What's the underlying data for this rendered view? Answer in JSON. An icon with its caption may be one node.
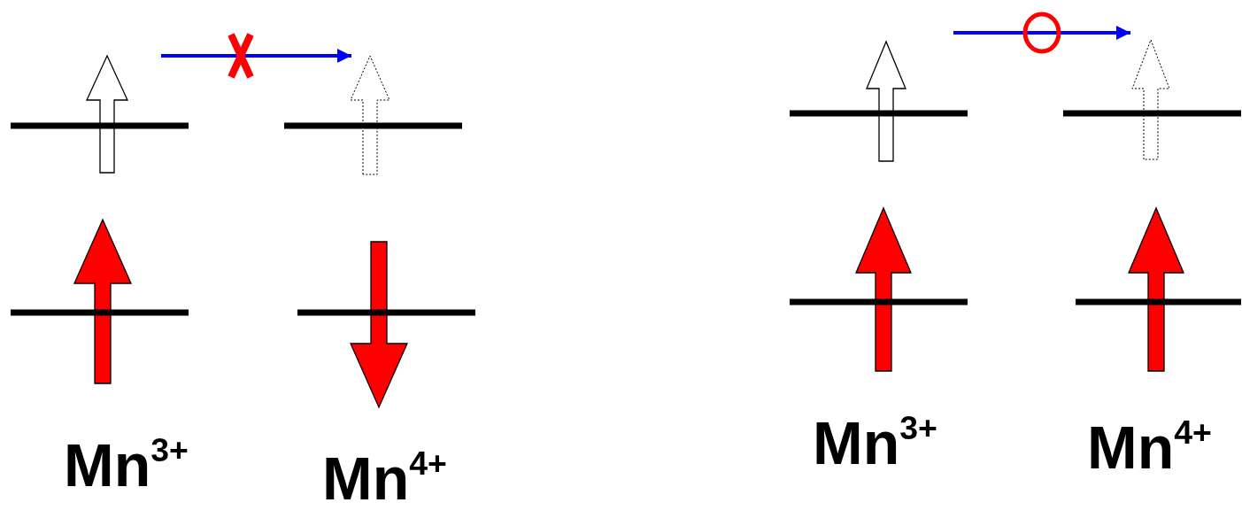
{
  "diagram": {
    "labels": [
      "Mn$^{3+}$",
      "Mn$^{4+}$",
      "Mn$^{3+}$",
      "Mn$^{4+}$"
    ]
  }
}
